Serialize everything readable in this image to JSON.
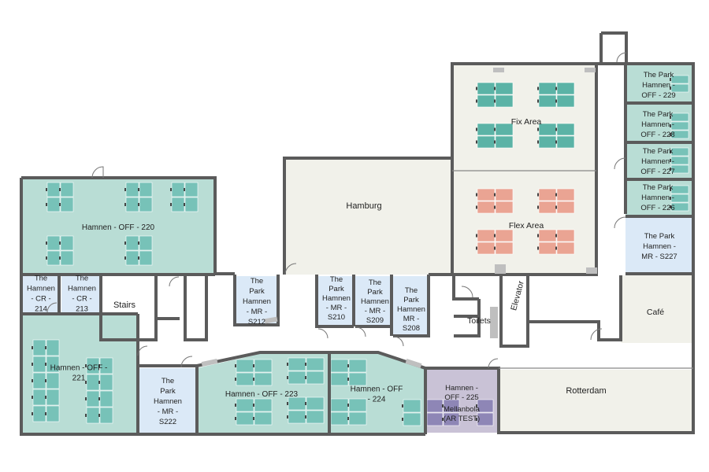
{
  "colors": {
    "wall": "#5b5b5b",
    "office": "#b9ddd5",
    "meeting": "#dbe9f7",
    "flex": "#eaa493",
    "fix": "#5bb3a6",
    "neutral": "#f1f1ea",
    "mellanbola": "#c9c2d6",
    "desk_teal": "#77c2b8",
    "desk_purple": "#8e86b6"
  },
  "rooms": {
    "hamburg": "Hamburg",
    "fix_area": "Fix Area",
    "flex_area": "Flex Area",
    "rotterdam": "Rotterdam",
    "cafe": "Café",
    "stairs": "Stairs",
    "toilets": "Toilets",
    "elevator": "Elevator",
    "off_220": "Hamnen - OFF - 220",
    "off_221": [
      "Hamnen - OFF -",
      "221"
    ],
    "off_223": "Hamnen - OFF - 223",
    "off_224": [
      "Hamnen - OFF",
      "- 224"
    ],
    "off_225": [
      "Hamnen -",
      "OFF - 225"
    ],
    "mellanbola": [
      "Mellanbola",
      "(AR TEST)"
    ],
    "cr_214": [
      "The",
      "Hamnen",
      "- CR -",
      "214"
    ],
    "cr_213": [
      "The",
      "Hamnen",
      "- CR -",
      "213"
    ],
    "mr_s212": [
      "The",
      "Park",
      "Hamnen",
      "- MR -",
      "S212"
    ],
    "mr_s210": [
      "The",
      "Park",
      "Hamnen",
      "- MR -",
      "S210"
    ],
    "mr_s209": [
      "The",
      "Park",
      "Hamnen",
      "- MR -",
      "S209"
    ],
    "mr_s208": [
      "The",
      "Park",
      "Hamnen",
      "MR -",
      "S208"
    ],
    "mr_s222": [
      "The",
      "Park",
      "Hamnen",
      "- MR -",
      "S222"
    ],
    "mr_s227": [
      "The Park",
      "Hamnen -",
      "MR - S227"
    ],
    "off_229": [
      "The Park",
      "Hamnen -",
      "OFF - 229"
    ],
    "off_228": [
      "The Park",
      "Hamnen -",
      "OFF - 228"
    ],
    "off_227": [
      "The Park",
      "Hamnen -",
      "OFF - 227"
    ],
    "off_226": [
      "The Park",
      "Hamnen -",
      "OFF - 226"
    ]
  }
}
